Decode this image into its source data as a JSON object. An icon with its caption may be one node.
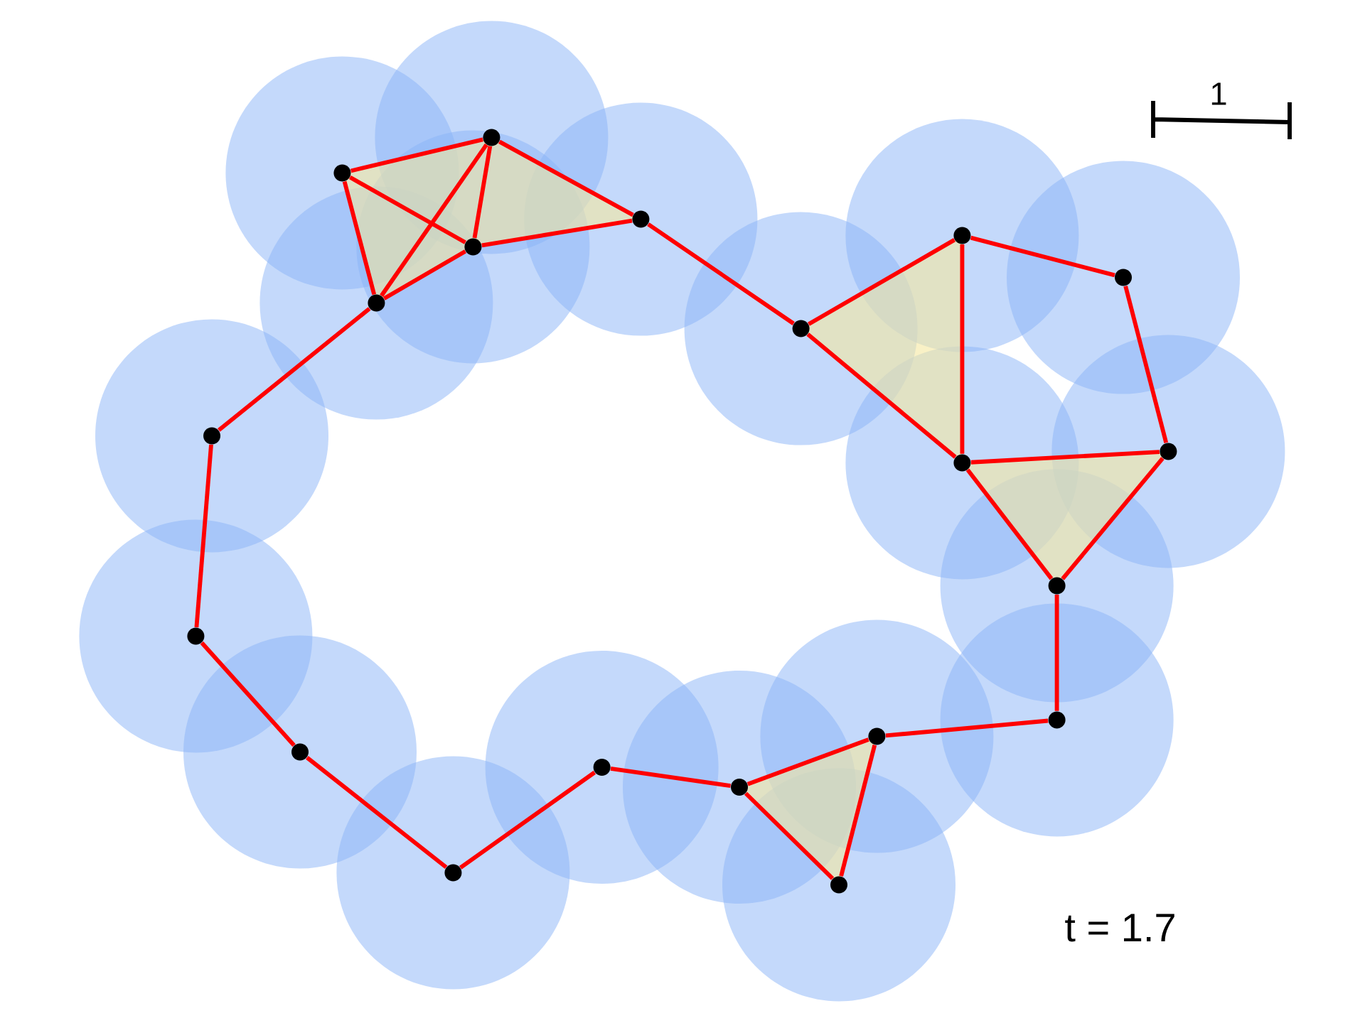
{
  "diagram": {
    "nodes": [
      {
        "text": [],
        "shape": "circle"
      },
      {
        "text": [],
        "shape": "circle"
      },
      {
        "text": [],
        "shape": "circle"
      },
      {
        "text": [],
        "shape": "circle"
      },
      {
        "text": [],
        "shape": "circle"
      },
      {
        "text": [],
        "shape": "circle"
      },
      {
        "text": [],
        "shape": "circle"
      },
      {
        "text": [],
        "shape": "circle"
      },
      {
        "text": [],
        "shape": "circle"
      },
      {
        "text": [],
        "shape": "circle"
      },
      {
        "text": [],
        "shape": "circle"
      },
      {
        "text": [],
        "shape": "circle"
      },
      {
        "text": [],
        "shape": "circle"
      },
      {
        "text": [],
        "shape": "circle"
      },
      {
        "text": [],
        "shape": "circle"
      },
      {
        "text": [],
        "shape": "circle"
      },
      {
        "text": [],
        "shape": "circle"
      },
      {
        "text": [],
        "shape": "circle"
      },
      {
        "text": [],
        "shape": "circle"
      },
      {
        "text": [],
        "shape": "circle"
      }
    ],
    "edges": [
      {
        "from": 3,
        "to": 7,
        "arrow": "none"
      },
      {
        "from": 3,
        "to": 6,
        "arrow": "none"
      },
      {
        "from": 3,
        "to": 4,
        "arrow": "none"
      },
      {
        "from": 7,
        "to": 6,
        "arrow": "none"
      },
      {
        "from": 7,
        "to": 4,
        "arrow": "none"
      },
      {
        "from": 7,
        "to": 9,
        "arrow": "none"
      },
      {
        "from": 6,
        "to": 9,
        "arrow": "none"
      },
      {
        "from": 6,
        "to": 4,
        "arrow": "none"
      },
      {
        "from": 4,
        "to": 1,
        "arrow": "none"
      },
      {
        "from": 9,
        "to": 11,
        "arrow": "none"
      },
      {
        "from": 11,
        "to": 14,
        "arrow": "none"
      },
      {
        "from": 11,
        "to": 15,
        "arrow": "none"
      },
      {
        "from": 14,
        "to": 15,
        "arrow": "none"
      },
      {
        "from": 14,
        "to": 18,
        "arrow": "none"
      },
      {
        "from": 18,
        "to": 19,
        "arrow": "none"
      },
      {
        "from": 15,
        "to": 19,
        "arrow": "none"
      },
      {
        "from": 15,
        "to": 16,
        "arrow": "none"
      },
      {
        "from": 19,
        "to": 16,
        "arrow": "none"
      },
      {
        "from": 16,
        "to": 17,
        "arrow": "none"
      },
      {
        "from": 17,
        "to": 13,
        "arrow": "none"
      },
      {
        "from": 13,
        "to": 10,
        "arrow": "none"
      },
      {
        "from": 13,
        "to": 12,
        "arrow": "none"
      },
      {
        "from": 10,
        "to": 12,
        "arrow": "none"
      },
      {
        "from": 10,
        "to": 8,
        "arrow": "none"
      },
      {
        "from": 8,
        "to": 5,
        "arrow": "none"
      },
      {
        "from": 5,
        "to": 2,
        "arrow": "none"
      },
      {
        "from": 2,
        "to": 0,
        "arrow": "none"
      },
      {
        "from": 0,
        "to": 1,
        "arrow": "none"
      }
    ],
    "labels": [
      "1",
      "t = 1.7"
    ]
  }
}
